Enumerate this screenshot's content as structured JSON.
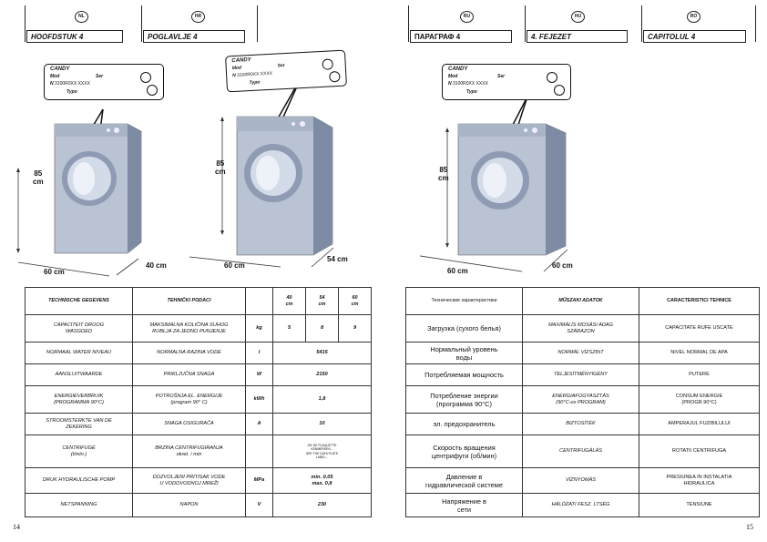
{
  "left_page": {
    "page_number": "14",
    "langs": [
      {
        "badge": "NL",
        "title": "HOOFDSTUK 4"
      },
      {
        "badge": "HR",
        "title": "POGLAVLJE 4"
      }
    ],
    "dims": {
      "height": "85\ncm",
      "width": "60 cm",
      "depth1": "40 cm",
      "depth2": "54 cm"
    },
    "label": {
      "brand": "CANDY",
      "mod": "Mod",
      "n": "N",
      "serial": "3100R0XX XXXX",
      "ser": "Ser",
      "typo": "Typo"
    },
    "table": {
      "col_headers": [
        "TECHNISCHE GEGEVENS",
        "TEHNIČKI PODACI",
        "",
        "",
        "40\ncm",
        "54\ncm",
        "60\ncm"
      ],
      "rows": [
        {
          "nl": "CAPACITEIT DROOG\nWASGOED",
          "hr": "MAKSIMALNA KOLIČINA SUHOG\nRUBLJA ZA JEDNO PUNJENJE",
          "unit": "kg",
          "v40": "5",
          "v54": "8",
          "v60": "9"
        },
        {
          "nl": "NORMAAL WATER NIVEAU",
          "hr": "NORMALNA RAZINA VODE",
          "unit": "l",
          "merged": "5415"
        },
        {
          "nl": "AANSLUITWAARDE",
          "hr": "PRIKLJUČNA SNAGA",
          "unit": "W",
          "merged": "2150"
        },
        {
          "nl": "ENERGIEVERBRUIK\n(PROGRAMMA 90°C)",
          "hr": "POTROŠNJA EL. ENERGIJE\n(program 90° C)",
          "unit": "kWh",
          "merged": "1,8"
        },
        {
          "nl": "STROOMSTERKTE VAN DE\nZEKERING",
          "hr": "SNAGA OSIGURAČA",
          "unit": "A",
          "merged": "10"
        },
        {
          "nl": "CENTRIFUGE\n(t/min.)",
          "hr": "BRZINA CENTRIFUGIRANJA\nokret. / min",
          "unit": "",
          "merged": "ZIE DE PLAQUETTE\nKENMERKEN...\nSEE THE DATA PLATE\nLABEL..."
        },
        {
          "nl": "DRUK HYDRAULISCHE POMP",
          "hr": "DOZVOLJENI PRITISAK VODE\nU VODOVODNOJ MREŽI",
          "unit": "MPa",
          "merged": "min. 0,05\nmax. 0,8"
        },
        {
          "nl": "NETSPANNING",
          "hr": "NAPON",
          "unit": "V",
          "merged": "230"
        }
      ]
    }
  },
  "right_page": {
    "page_number": "15",
    "langs": [
      {
        "badge": "RU",
        "title": "ПАРАГРАФ 4"
      },
      {
        "badge": "HU",
        "title": "4. FEJEZET"
      },
      {
        "badge": "RO",
        "title": "CAPITOLUL 4"
      }
    ],
    "dims": {
      "height": "85\ncm",
      "width": "60 cm",
      "depth": "60 cm"
    },
    "label": {
      "brand": "CANDY",
      "mod": "Mod",
      "n": "N",
      "serial": "3100R0XX XXXX",
      "ser": "Ser",
      "typo": "Typo"
    },
    "table": {
      "col_headers": [
        "Технические характеристики",
        "MŰSZAKI ADATOK",
        "CARACTERISTICI TEHNICE"
      ],
      "rows": [
        {
          "ru": "Загрузка (сухого белья)",
          "hu": "MAXIMÁLIS MOSÁSI ADAG\nSZÁRAZON",
          "ro": "CAPACITATE RUFE USCATE"
        },
        {
          "ru": "Нормальный уровень\nводы",
          "hu": "NORMÁL VÍZSZINT",
          "ro": "NIVEL NORMAL DE APA"
        },
        {
          "ru": "Потребляемая мощность",
          "hu": "TELJESÍTMÉNYIGÉNY",
          "ro": "PUTERE"
        },
        {
          "ru": "Потребление энергии\n(программа 90°C)",
          "hu": "ENERGIAFOGYASZTÁS\n(90°C-os PROGRAM)",
          "ro": "CONSUM ENERGIE\n(PROGR.90°C)"
        },
        {
          "ru": "эл. предохранитель",
          "hu": "BIZTOSÍTÉK",
          "ro": "AMPERAJUL FUZIBILULUI"
        },
        {
          "ru": "Скорость вращения\nцентрифуги (об/мин)",
          "hu": "CENTRIFUGÁLÁS",
          "ro": "ROTATII CENTRIFUGA"
        },
        {
          "ru": "Давление в\nгидравлической системе",
          "hu": "VÍZNYOMÁS",
          "ro": "PRESIUNEA IN INSTALATIA\nHIDRAULICA"
        },
        {
          "ru": "Напряжение в\nсети",
          "hu": "HÁLÓZATI FESZ. LTSÉG",
          "ro": "TENSIUNE"
        }
      ]
    }
  },
  "colors": {
    "machine_body": "#b9c3d3",
    "machine_dark": "#7e8ba4",
    "door": "#d3dbe8"
  }
}
